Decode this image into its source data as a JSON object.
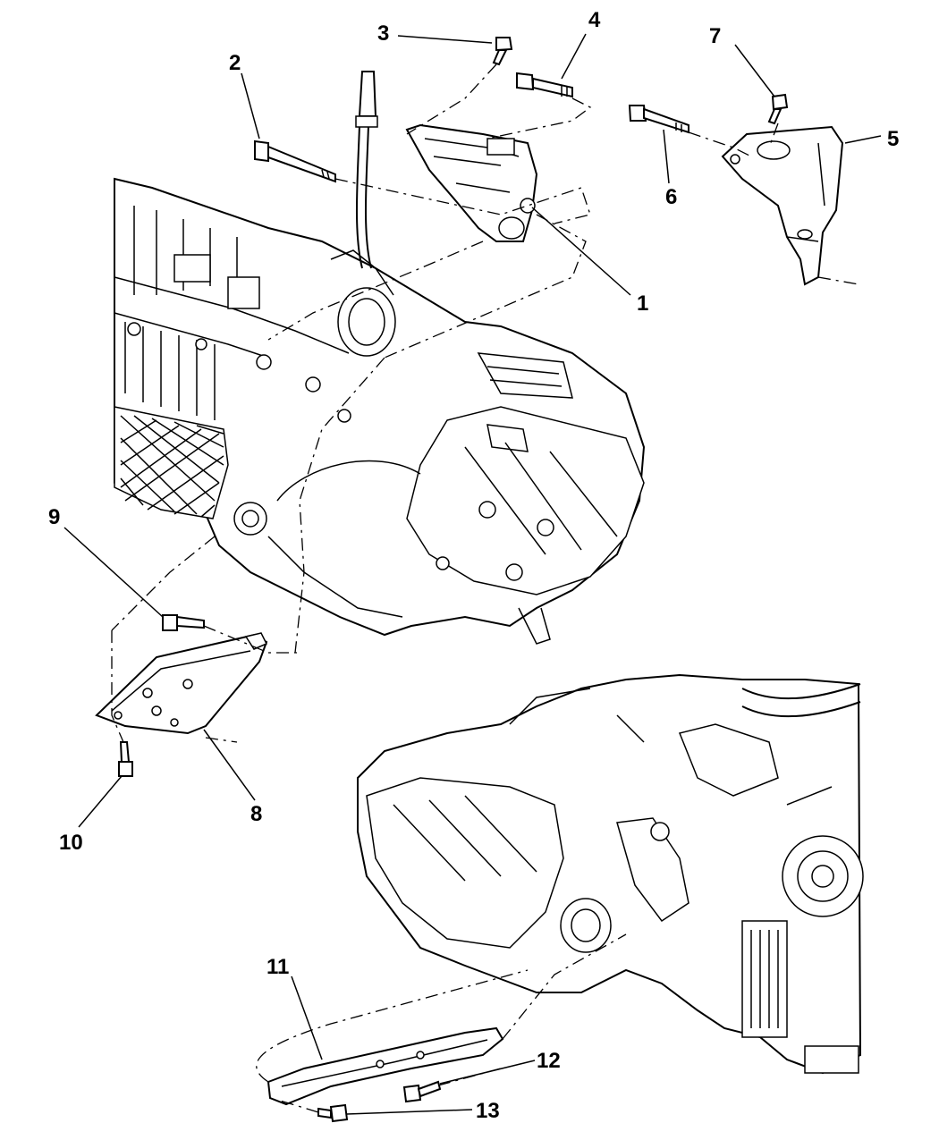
{
  "diagram": {
    "callouts": [
      {
        "id": "c1",
        "label": "1"
      },
      {
        "id": "c2",
        "label": "2"
      },
      {
        "id": "c3",
        "label": "3"
      },
      {
        "id": "c4",
        "label": "4"
      },
      {
        "id": "c5",
        "label": "5"
      },
      {
        "id": "c6",
        "label": "6"
      },
      {
        "id": "c7",
        "label": "7"
      },
      {
        "id": "c8",
        "label": "8"
      },
      {
        "id": "c9",
        "label": "9"
      },
      {
        "id": "c10",
        "label": "10"
      },
      {
        "id": "c11",
        "label": "11"
      },
      {
        "id": "c12",
        "label": "12"
      },
      {
        "id": "c13",
        "label": "13"
      }
    ],
    "colors": {
      "ink": "#000000",
      "paper": "#ffffff"
    }
  }
}
